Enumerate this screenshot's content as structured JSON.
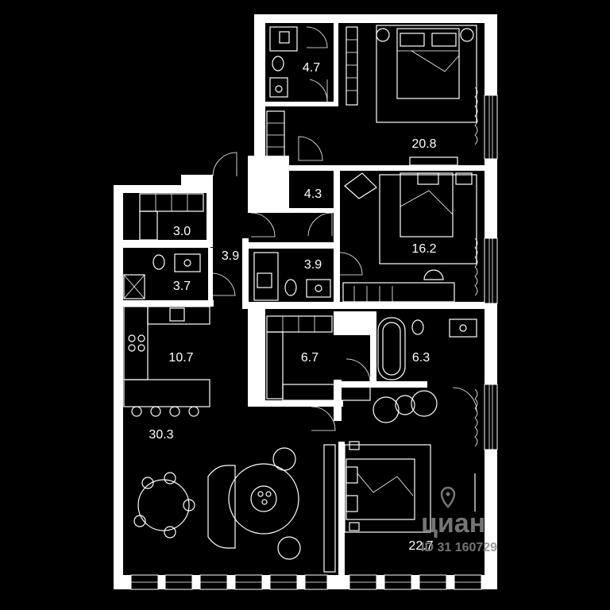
{
  "plan": {
    "rooms": [
      {
        "id": "bath-master",
        "area": "4.7"
      },
      {
        "id": "bedroom-master",
        "area": "20.8"
      },
      {
        "id": "hall-small",
        "area": "4.3"
      },
      {
        "id": "bedroom-2",
        "area": "16.2"
      },
      {
        "id": "storage",
        "area": "3.0"
      },
      {
        "id": "corridor",
        "area": "3.9"
      },
      {
        "id": "wc",
        "area": "3.9"
      },
      {
        "id": "laundry",
        "area": "3.7"
      },
      {
        "id": "kitchen",
        "area": "10.7"
      },
      {
        "id": "wardrobe",
        "area": "6.7"
      },
      {
        "id": "bath-2",
        "area": "6.3"
      },
      {
        "id": "living",
        "area": "30.3"
      },
      {
        "id": "bedroom-3",
        "area": "22.7"
      }
    ]
  },
  "watermark": {
    "brand": "циан",
    "id_text": "ID 31  160729",
    "pin_icon": "map-pin-icon"
  },
  "colors": {
    "background": "#000000",
    "lines": "#ffffff",
    "watermark": "#8a8a8a"
  }
}
